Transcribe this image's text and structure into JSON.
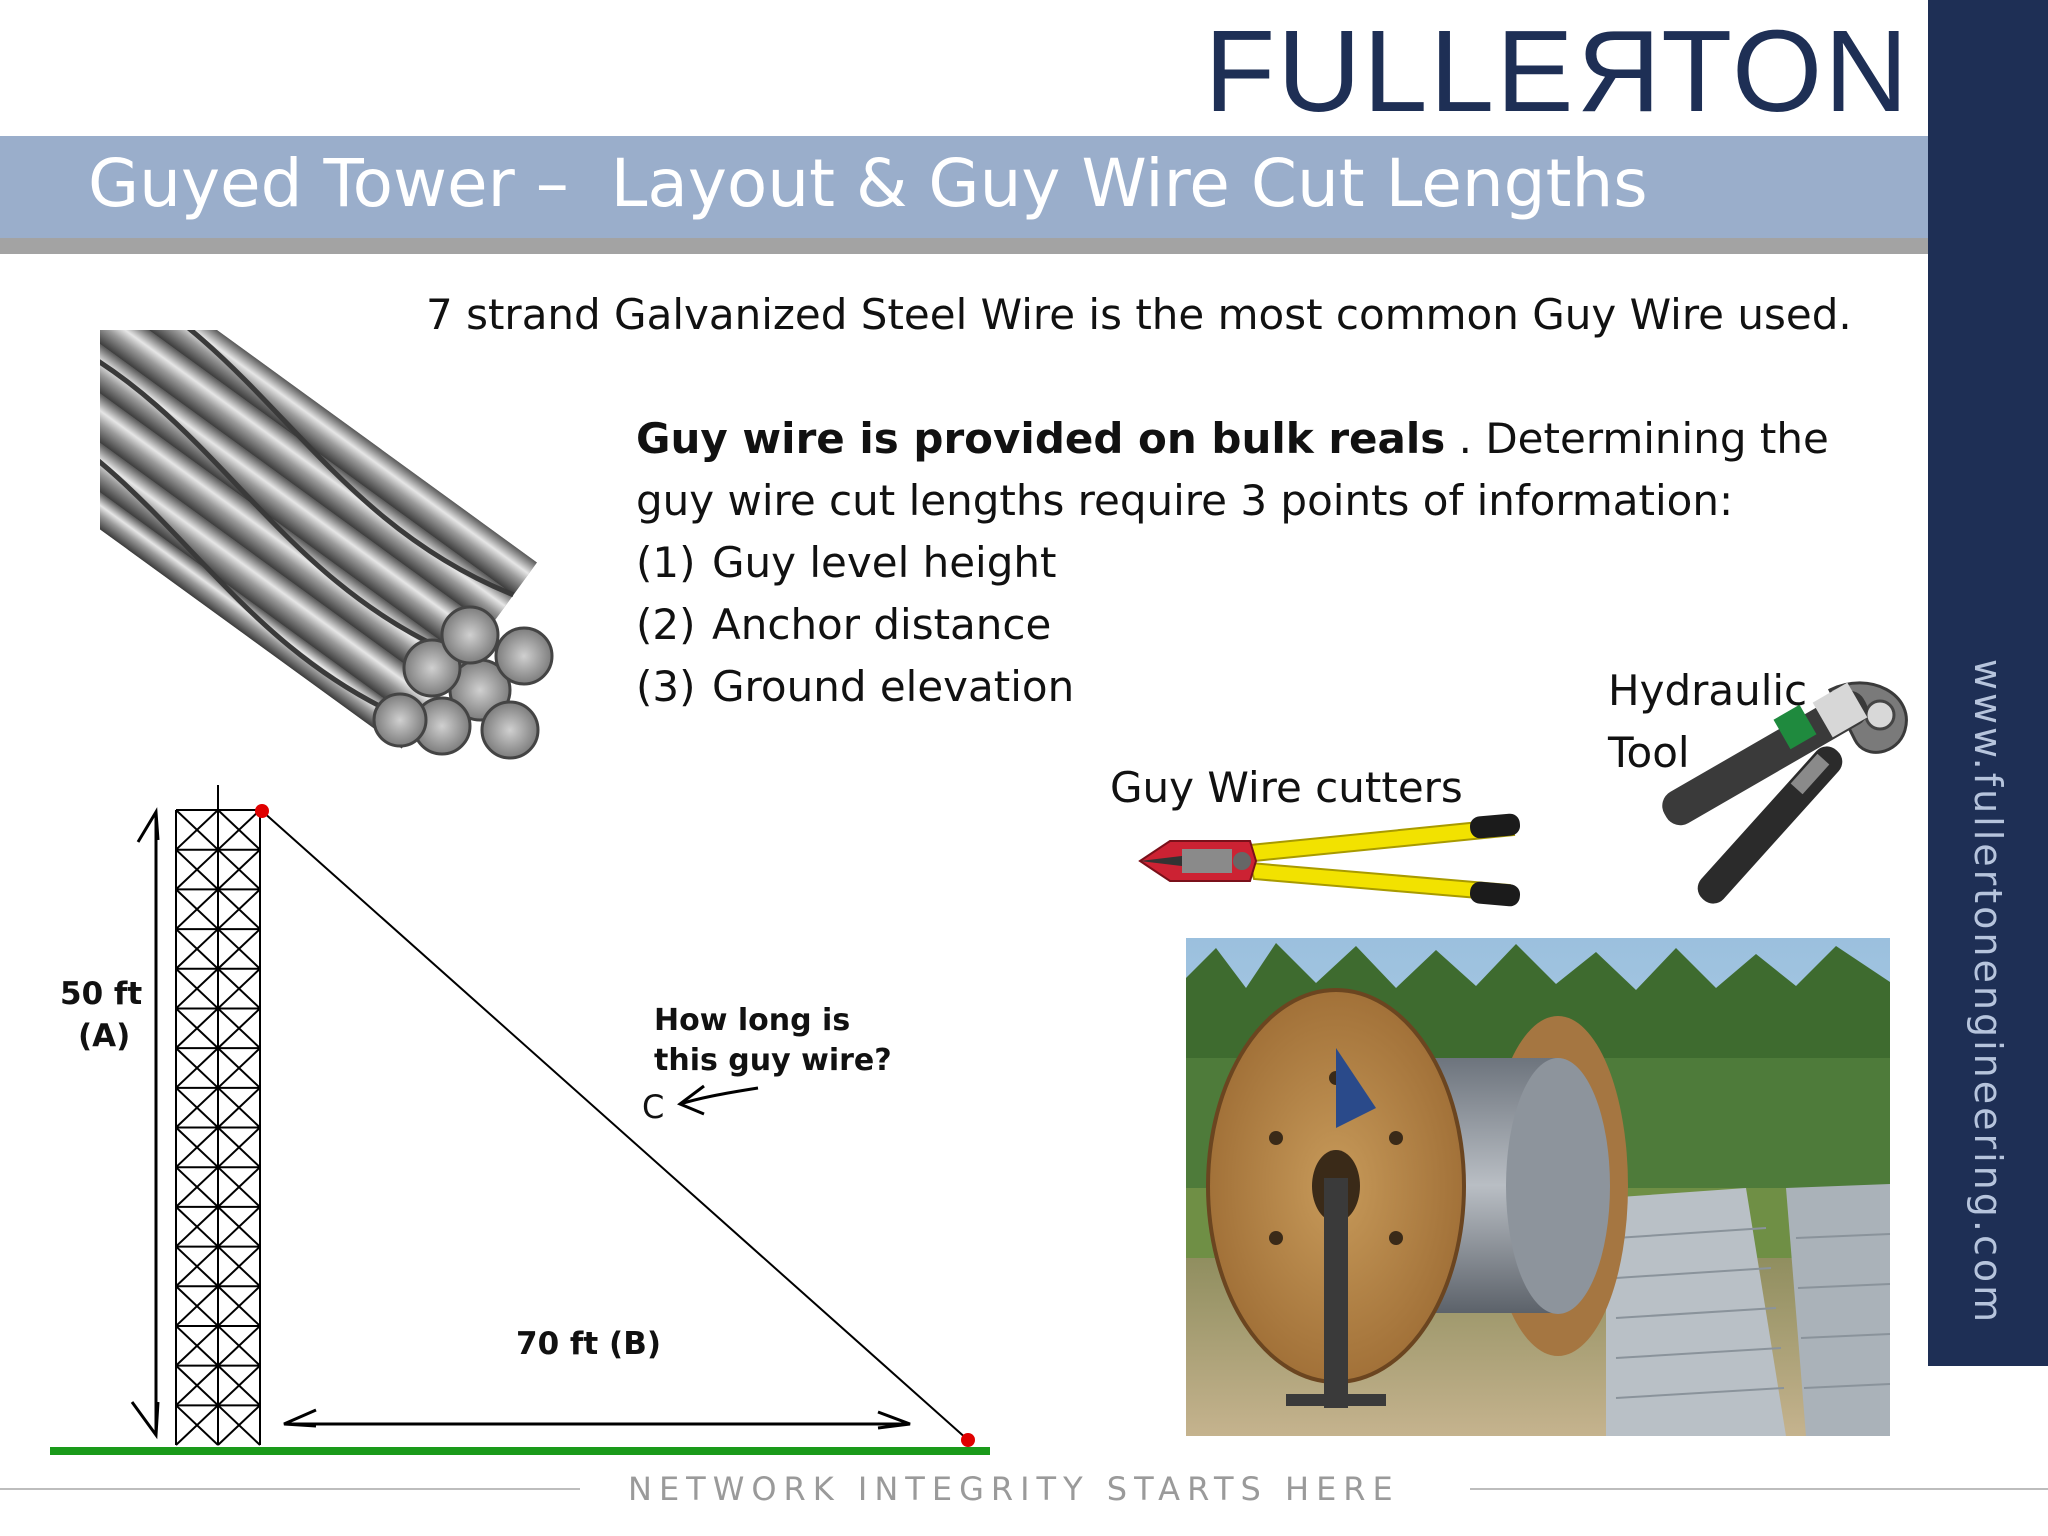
{
  "header": {
    "brand": "FULLERTON",
    "title": "Guyed Tower –  Layout & Guy Wire Cut Lengths"
  },
  "sidebar": {
    "url": "www.fullertonengineering.com"
  },
  "content": {
    "intro": "7 strand Galvanized Steel Wire is the most  common Guy Wire used.",
    "paragraph_bold": "Guy wire is provided on bulk reals",
    "paragraph_rest": " . Determining the guy wire cut lengths require 3 points of information:",
    "list": [
      {
        "num": "(1)",
        "text": "Guy level height"
      },
      {
        "num": "(2)",
        "text": "Anchor distance"
      },
      {
        "num": "(3)",
        "text": "Ground elevation"
      }
    ],
    "label_hydraulic_line1": "Hydraulic",
    "label_hydraulic_line2": "Tool",
    "label_cutters": "Guy Wire cutters"
  },
  "diagram": {
    "height_label": "50 ft",
    "height_sub": "(A)",
    "distance_label": "70 ft (B)",
    "question_line1": "How long is",
    "question_line2": "this guy wire?",
    "hyp_label": "C",
    "colors": {
      "ground": "#1a9a1a",
      "point": "#e00000"
    }
  },
  "footer": {
    "tagline": "NETWORK INTEGRITY STARTS HERE"
  },
  "colors": {
    "brand": "#1e2f55",
    "title_band": "#9aaecb",
    "sidebar": "#1e2f55"
  }
}
